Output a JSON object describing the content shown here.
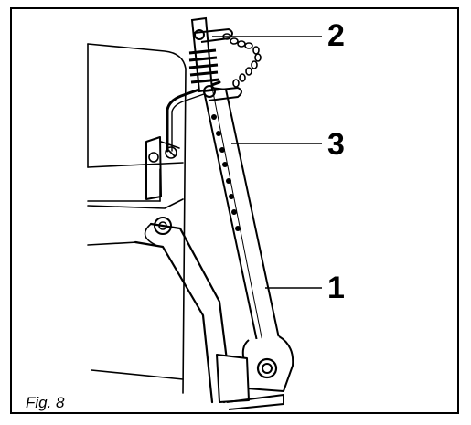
{
  "figure": {
    "caption": "Fig. 8",
    "callouts": [
      {
        "label": "2"
      },
      {
        "label": "3"
      },
      {
        "label": "1"
      }
    ]
  },
  "colors": {
    "line": "#000000",
    "background": "#ffffff"
  }
}
